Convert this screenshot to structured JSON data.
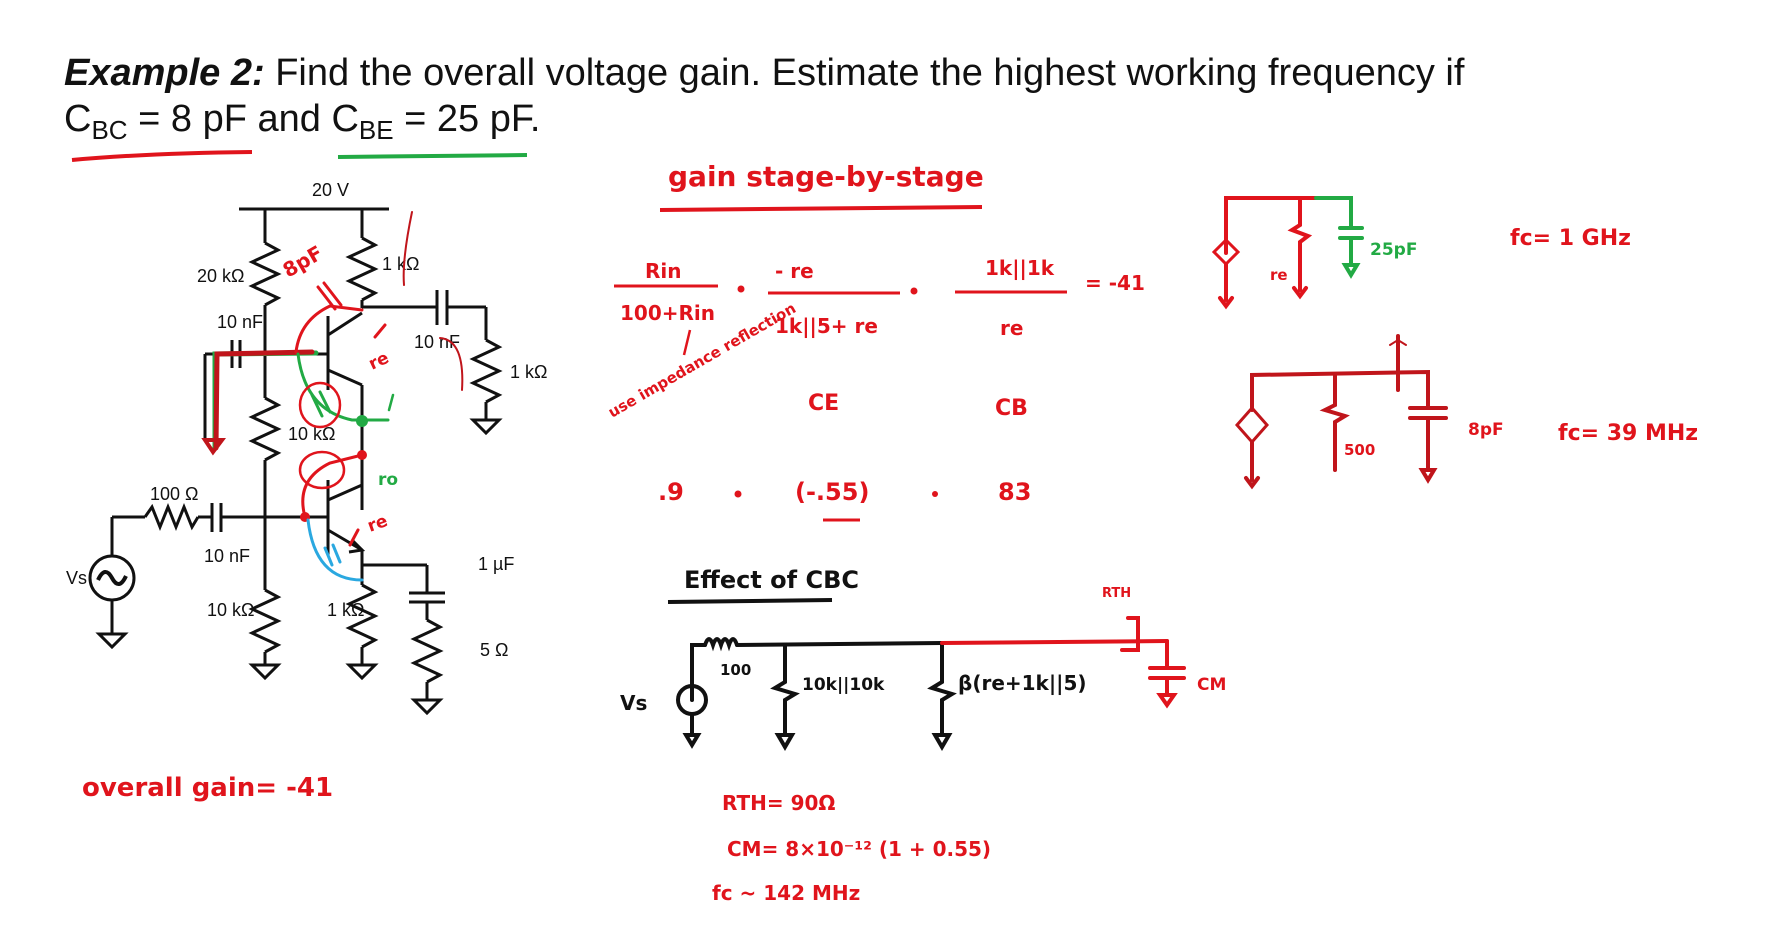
{
  "title": {
    "prefix": "Example 2:",
    "line1": "Find the overall voltage gain.  Estimate the highest working frequency  if",
    "cbc_label": "C",
    "cbc_sub": "BC",
    "cbc_value": "= 8 pF and",
    "cbe_label": "C",
    "cbe_sub": "BE",
    "cbe_value": "= 25 pF."
  },
  "circuit": {
    "supply": "20 V",
    "r_top_bias": "20 kΩ",
    "r_collector": "1 kΩ",
    "c_in": "10 nF",
    "c_out": "10 nF",
    "r_load": "1 kΩ",
    "r_mid": "10 kΩ",
    "r_source": "100 Ω",
    "c_source": "10 nF",
    "r_bottom_bias": "10 kΩ",
    "r_emitter": "1 kΩ",
    "c_emitter": "1 µF",
    "r_emitter_load": "5 Ω",
    "source": "Vs",
    "source_sub": "S"
  },
  "annotations": {
    "cbc_note": "8pF",
    "re_top": "re",
    "ro": "ro",
    "re_bottom": "re",
    "overall_gain": "overall gain= -41",
    "gain_heading": "gain stage-by-stage",
    "term1_num": "Rin",
    "term1_den": "100+Rin",
    "term2_num": "- re",
    "term2_den": "1k||5+ re",
    "term3_num": "1k||1k",
    "term3_den": "re",
    "result": "= -41",
    "impedance_note": "use impedance reflection",
    "stage_ce": "CE",
    "stage_cb": "CB",
    "val1": ".9",
    "val2": "(-.55)",
    "val3": "83",
    "dot": "·",
    "effect_heading": "Effect of CBC",
    "equiv_vs": "Vs",
    "equiv_r1": "100",
    "equiv_r2": "10k||10k",
    "equiv_r3": "β(re+1k||5)",
    "equiv_rth": "RTH",
    "equiv_cm": "CM",
    "rth_eq": "RTH= 90Ω",
    "cm_eq": "CM= 8×10⁻¹² (1 + 0.55)",
    "fc_eq": "fc ~ 142 MHz",
    "small1_re": "re",
    "small1_cap": "25pF",
    "small1_fc": "fc= 1 GHz",
    "small2_r": "500",
    "small2_cap": "8pF",
    "small2_fc": "fc= 39 MHz"
  },
  "colors": {
    "ink_red": "#e0141c",
    "ink_green": "#22aa44",
    "ink_blue": "#2aa8e0",
    "ink_black": "#111111"
  }
}
